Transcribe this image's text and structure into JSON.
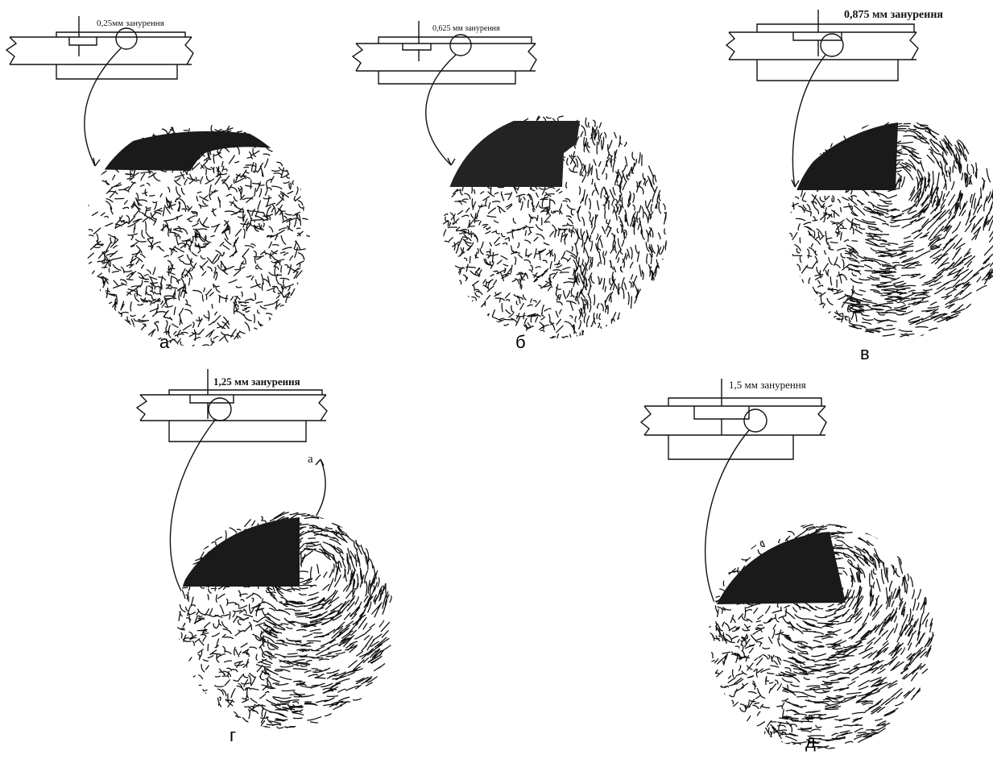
{
  "panels": [
    {
      "id": "a",
      "depth_label": "0,25мм занурення",
      "caption": "а",
      "extra_label": ""
    },
    {
      "id": "b",
      "depth_label": "0,625 мм занурення",
      "caption": "б",
      "extra_label": ""
    },
    {
      "id": "v",
      "depth_label": "0,875 мм занурення",
      "caption": "в",
      "extra_label": ""
    },
    {
      "id": "g",
      "depth_label": "1,25 мм занурення",
      "caption": "г",
      "extra_label": "а"
    },
    {
      "id": "d",
      "depth_label": "1,5 мм занурення",
      "caption": "д",
      "extra_label": ""
    }
  ],
  "colors": {
    "ink": "#111111",
    "shoulder": "#1a1a1a",
    "background": "#ffffff"
  }
}
